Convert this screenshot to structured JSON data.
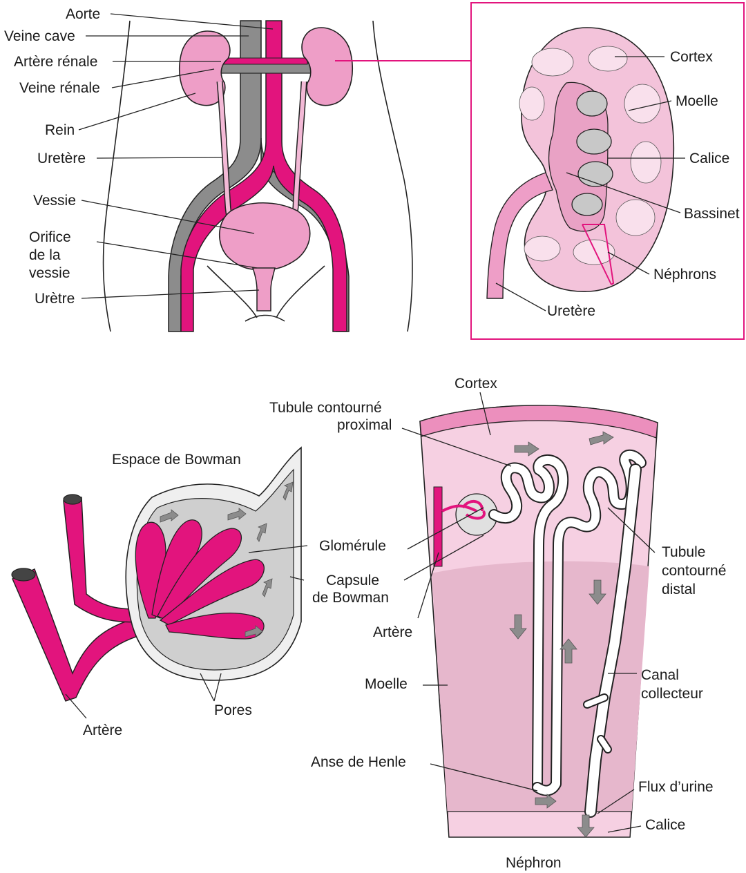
{
  "colors": {
    "magenta": "#e2147d",
    "kidney_pink": "#ee9ec7",
    "light_pink": "#f8d3e4",
    "medulla_pink": "#e6b7cc",
    "vein_gray": "#8c8c8c",
    "light_gray": "#d9d9d9",
    "outline": "#222222"
  },
  "body_view": {
    "labels": {
      "aorte": "Aorte",
      "veine_cave": "Veine cave",
      "artere_renale": "Artère rénale",
      "veine_renale": "Veine rénale",
      "rein": "Rein",
      "uretere": "Uretère",
      "vessie": "Vessie",
      "orifice_line1": "Orifice",
      "orifice_line2": "de la",
      "orifice_line3": "vessie",
      "uretre": "Urètre"
    }
  },
  "kidney_detail": {
    "labels": {
      "cortex": "Cortex",
      "moelle": "Moelle",
      "calice": "Calice",
      "bassinet": "Bassinet",
      "nephrons": "Néphrons",
      "uretere": "Uretère"
    }
  },
  "glomerulus_view": {
    "labels": {
      "espace_bowman": "Espace de Bowman",
      "glomerule": "Glomérule",
      "capsule_line1": "Capsule",
      "capsule_line2": "de Bowman",
      "pores": "Pores",
      "artere": "Artère"
    }
  },
  "nephron_view": {
    "labels": {
      "cortex": "Cortex",
      "tubule_prox_line1": "Tubule contourné",
      "tubule_prox_line2": "proximal",
      "artere": "Artère",
      "moelle": "Moelle",
      "anse_henle": "Anse de Henle",
      "tubule_distal_line1": "Tubule",
      "tubule_distal_line2": "contourné",
      "tubule_distal_line3": "distal",
      "canal_line1": "Canal",
      "canal_line2": "collecteur",
      "flux_urine": "Flux d’urine",
      "calice": "Calice",
      "caption": "Néphron"
    }
  }
}
